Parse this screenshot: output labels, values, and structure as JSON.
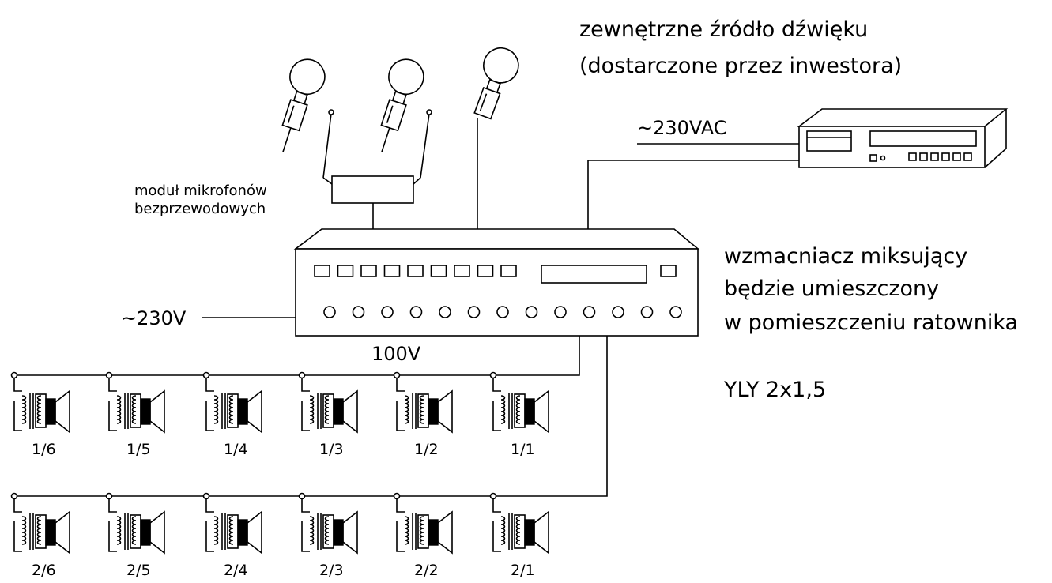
{
  "labels": {
    "external_source_line1": "zewnętrzne źródło dźwięku",
    "external_source_line2": "(dostarczone przez inwestora)",
    "vac_230": "~230VAC",
    "mic_module_line1": "moduł mikrofonów",
    "mic_module_line2": "bezprzewodowych",
    "v_230": "~230V",
    "v_100": "100V",
    "amplifier_line1": "wzmacniacz miksujący",
    "amplifier_line2": "będzie umieszczony",
    "amplifier_line3": "w pomieszczeniu ratownika",
    "cable": "YLY 2x1,5"
  },
  "speakers": {
    "row1": [
      "1/6",
      "1/5",
      "1/4",
      "1/3",
      "1/2",
      "1/1"
    ],
    "row2": [
      "2/6",
      "2/5",
      "2/4",
      "2/3",
      "2/2",
      "2/1"
    ]
  },
  "amplifier": {
    "buttons": 9,
    "knobs": 13
  }
}
